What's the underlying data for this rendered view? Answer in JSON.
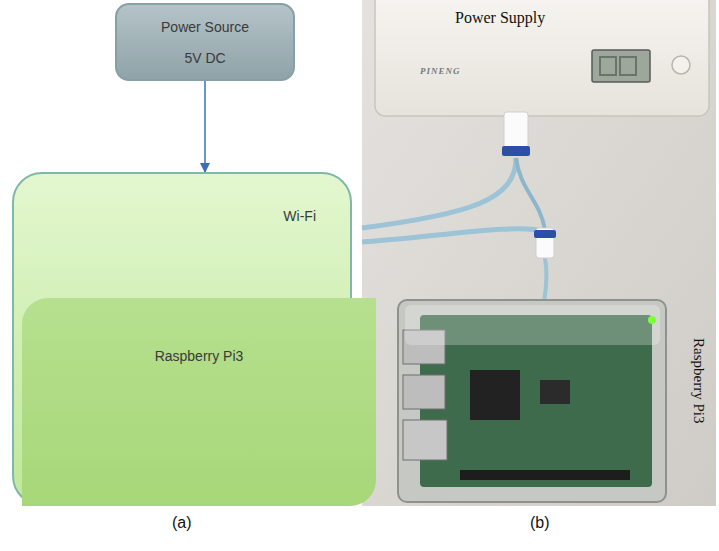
{
  "diagram": {
    "nodes": [
      {
        "text": [
          "Power Source",
          "5V DC"
        ]
      },
      {
        "text": [
          "Wi-Fi"
        ]
      },
      {
        "text": [
          "Raspberry Pi3"
        ],
        "in": 1
      }
    ],
    "edges": [
      {
        "from": 0,
        "to": 1,
        "arrow": "to"
      }
    ],
    "labels": [
      "Power Supply",
      "PINENG",
      "Raspberry Pi3",
      "(a)",
      "(b)"
    ]
  }
}
